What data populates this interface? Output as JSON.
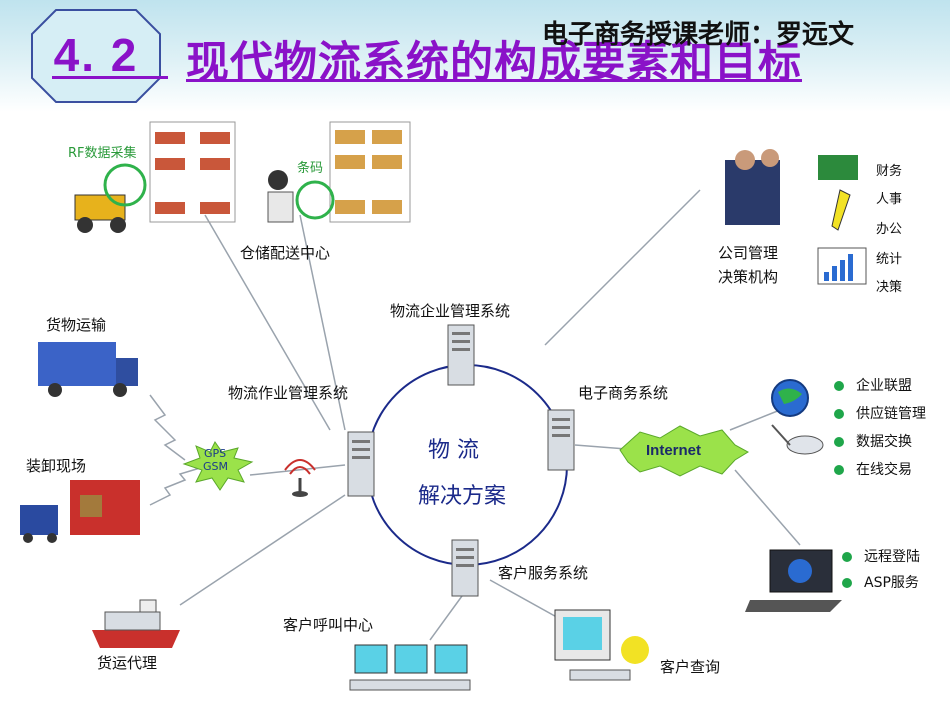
{
  "header": {
    "section_number": "4. 2",
    "title": "现代物流系统的构成要素和目标",
    "author": "电子商务授课老师：罗远文"
  },
  "center": {
    "line1": "物  流",
    "line2": "解决方案"
  },
  "systems": {
    "enterprise": "物流企业管理系统",
    "operations": "物流作业管理系统",
    "ecommerce": "电子商务系统",
    "customer_service": "客户服务系统"
  },
  "nodes": {
    "rf": "RF数据采集",
    "barcode": "条码",
    "warehouse": "仓储配送中心",
    "company_mgmt_line1": "公司管理",
    "company_mgmt_line2": "决策机构",
    "transport": "货物运输",
    "loading": "装卸现场",
    "gps": "GPS",
    "gsm": "GSM",
    "internet": "Internet",
    "freight_agent": "货运代理",
    "call_center": "客户呼叫中心",
    "customer_query": "客户查询"
  },
  "mgmt_functions": [
    "财务",
    "人事",
    "办公",
    "统计",
    "决策"
  ],
  "internet_services": [
    "企业联盟",
    "供应链管理",
    "数据交换",
    "在线交易"
  ],
  "remote_services": [
    "远程登陆",
    "ASP服务"
  ],
  "colors": {
    "title": "#8a12c8",
    "accent_green": "#1fa64a",
    "circle": "#1b2a8a",
    "burst": "#9be24a"
  }
}
